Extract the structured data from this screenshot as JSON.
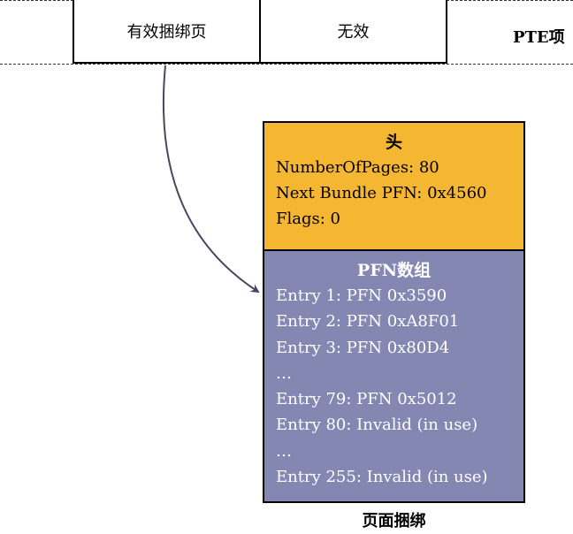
{
  "pte_row": {
    "valid_label": "有效捆绑页",
    "invalid_label": "无效",
    "row_label": "PTE项"
  },
  "bundle": {
    "header": {
      "title": "头",
      "fields": [
        "NumberOfPages: 80",
        "Next Bundle PFN: 0x4560",
        "Flags: 0"
      ]
    },
    "pfn_array": {
      "title": "PFN数组",
      "entries": [
        "Entry 1: PFN 0x3590",
        "Entry 2: PFN 0xA8F01",
        "Entry 3: PFN 0x80D4",
        "…",
        "Entry 79: PFN 0x5012",
        "Entry 80: Invalid (in use)",
        "…",
        "Entry 255: Invalid (in use)"
      ]
    },
    "caption": "页面捆绑"
  },
  "colors": {
    "header_fill": "#f5b731",
    "array_fill": "#8587b3",
    "arrow": "#4a4560"
  }
}
